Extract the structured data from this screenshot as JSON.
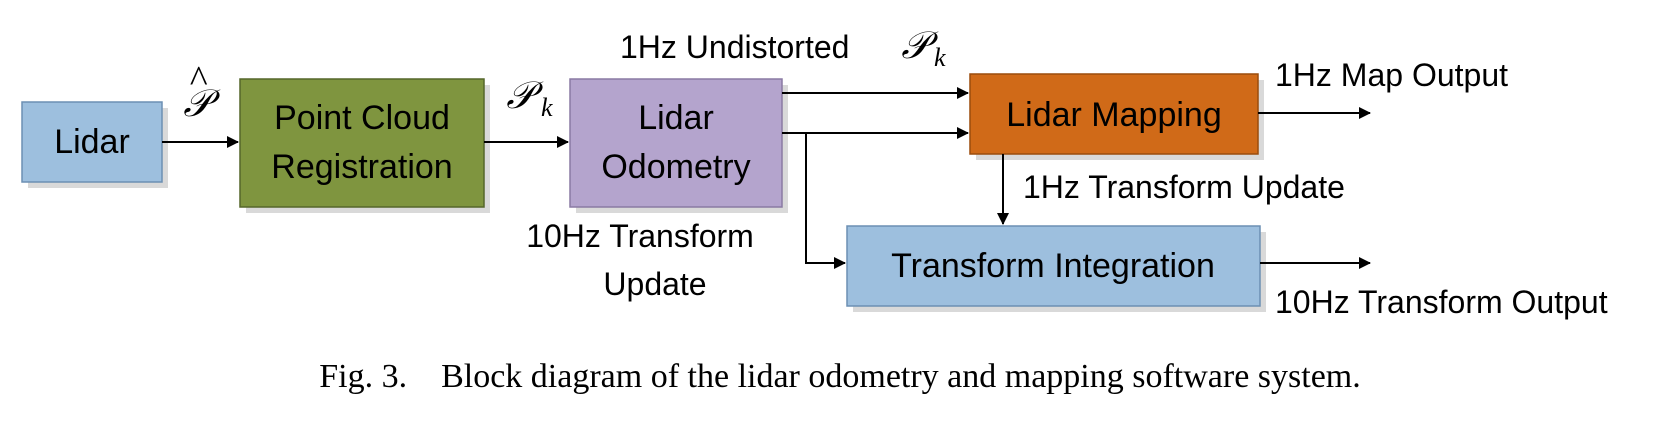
{
  "colors": {
    "lidar": "#9dbfde",
    "registration": "#7f953f",
    "odometry": "#b4a4cd",
    "mapping": "#d06a18",
    "integration": "#9dbfde",
    "shadow": "#d9d9d9"
  },
  "nodes": {
    "lidar": {
      "label": "Lidar"
    },
    "registration": {
      "line1": "Point Cloud",
      "line2": "Registration"
    },
    "odometry": {
      "line1": "Lidar",
      "line2": "Odometry"
    },
    "mapping": {
      "label": "Lidar Mapping"
    },
    "integration": {
      "label": "Transform Integration"
    }
  },
  "edges": {
    "lidar_to_registration": {
      "symbol": "𝒫",
      "accent": "^"
    },
    "registration_to_odometry": {
      "symbol": "𝒫",
      "subscript": "k"
    },
    "odometry_to_mapping": {
      "text": "1Hz Undistorted",
      "symbol": "𝒫",
      "subscript": "k"
    },
    "odometry_to_integration": {
      "line1": "10Hz Transform",
      "line2": "Update"
    },
    "mapping_to_integration": {
      "text": "1Hz Transform Update"
    },
    "map_output": {
      "text": "1Hz Map Output"
    },
    "transform_output": {
      "text": "10Hz Transform Output"
    }
  },
  "caption": {
    "label": "Fig. 3.",
    "text": "Block diagram of the lidar odometry and mapping software system."
  }
}
